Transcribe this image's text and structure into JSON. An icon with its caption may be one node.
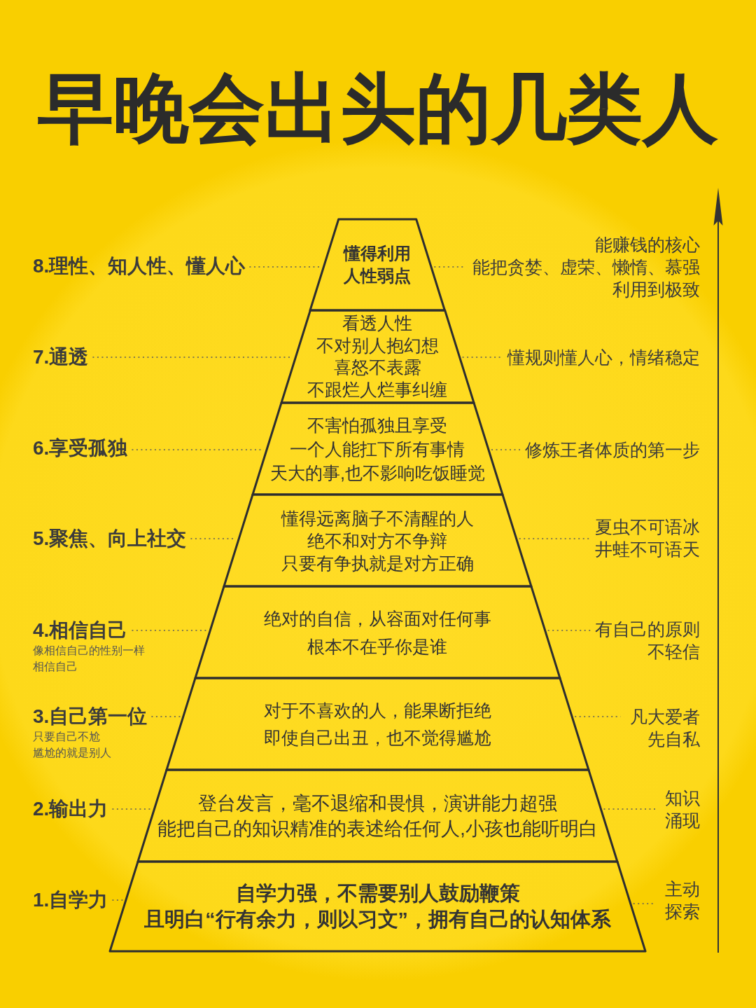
{
  "diagram": {
    "title": "早晚会出头的几类人",
    "nodes": [
      {
        "text": [
          "8.理性、知人性、懂人心"
        ]
      },
      {
        "text": [
          "懂得利用人性弱点"
        ]
      },
      {
        "text": [
          "能赚钱的核心",
          "能把贪婪、虚荣、懒惰、慕强利用到极致"
        ]
      },
      {
        "text": [
          "7.通透"
        ]
      },
      {
        "text": [
          "看透人性",
          "不对别人抱幻想",
          "喜怒不表露",
          "不跟烂人烂事纠缠"
        ]
      },
      {
        "text": [
          "懂规则懂人心，情绪稳定"
        ]
      },
      {
        "text": [
          "6.享受孤独"
        ]
      },
      {
        "text": [
          "不害怕孤独且享受",
          "一个人能扛下所有事情",
          "天大的事,也不影响吃饭睡觉"
        ]
      },
      {
        "text": [
          "修炼王者体质的第一步"
        ]
      },
      {
        "text": [
          "5.聚焦、向上社交"
        ]
      },
      {
        "text": [
          "懂得远离脑子不清醒的人",
          "绝不和对方不争辩",
          "只要有争执就是对方正确"
        ]
      },
      {
        "text": [
          "夏虫不可语冰",
          "井蛙不可语天"
        ]
      },
      {
        "text": [
          "4.相信自己",
          "像相信自己的性别一样相信自己"
        ]
      },
      {
        "text": [
          "绝对的自信，从容面对任何事",
          "根本不在乎你是谁"
        ]
      },
      {
        "text": [
          "有自己的原则",
          "不轻信"
        ]
      },
      {
        "text": [
          "3.自己第一位",
          "只要自己不尬",
          "尴尬的就是别人"
        ]
      },
      {
        "text": [
          "对于不喜欢的人，能果断拒绝",
          "即使自己出丑，也不觉得尴尬"
        ]
      },
      {
        "text": [
          "凡大爱者先自私"
        ]
      },
      {
        "text": [
          "2.输出力"
        ]
      },
      {
        "text": [
          "登台发言，毫不退缩和畏惧，演讲能力超强",
          "能把自己的知识精准的表述给任何人,小孩也能听明白"
        ]
      },
      {
        "text": [
          "知识涌现"
        ]
      },
      {
        "text": [
          "1.自学力"
        ]
      },
      {
        "text": [
          "自学力强，不需要别人鼓励鞭策",
          "且明白“行有余力，则以习文”，拥有自己的认知体系"
        ]
      },
      {
        "text": [
          "主动探索"
        ]
      }
    ],
    "edges": [
      {
        "from": 0,
        "to": 1,
        "arrow": "none",
        "style": "dashed"
      },
      {
        "from": 1,
        "to": 2,
        "arrow": "none",
        "style": "dashed"
      },
      {
        "from": 3,
        "to": 4,
        "arrow": "none",
        "style": "dashed"
      },
      {
        "from": 4,
        "to": 5,
        "arrow": "none",
        "style": "dashed"
      },
      {
        "from": 6,
        "to": 7,
        "arrow": "none",
        "style": "dashed"
      },
      {
        "from": 7,
        "to": 8,
        "arrow": "none",
        "style": "dashed"
      },
      {
        "from": 9,
        "to": 10,
        "arrow": "none",
        "style": "dashed"
      },
      {
        "from": 10,
        "to": 11,
        "arrow": "none",
        "style": "dashed"
      },
      {
        "from": 12,
        "to": 13,
        "arrow": "none",
        "style": "dashed"
      },
      {
        "from": 13,
        "to": 14,
        "arrow": "none",
        "style": "dashed"
      },
      {
        "from": 15,
        "to": 16,
        "arrow": "none",
        "style": "dashed"
      },
      {
        "from": 16,
        "to": 17,
        "arrow": "none",
        "style": "dashed"
      },
      {
        "from": 18,
        "to": 19,
        "arrow": "none",
        "style": "dashed"
      },
      {
        "from": 19,
        "to": 20,
        "arrow": "none",
        "style": "dashed"
      },
      {
        "from": 21,
        "to": 22,
        "arrow": "none",
        "style": "dashed"
      },
      {
        "from": 22,
        "to": 23,
        "arrow": "none",
        "style": "dashed"
      }
    ]
  }
}
